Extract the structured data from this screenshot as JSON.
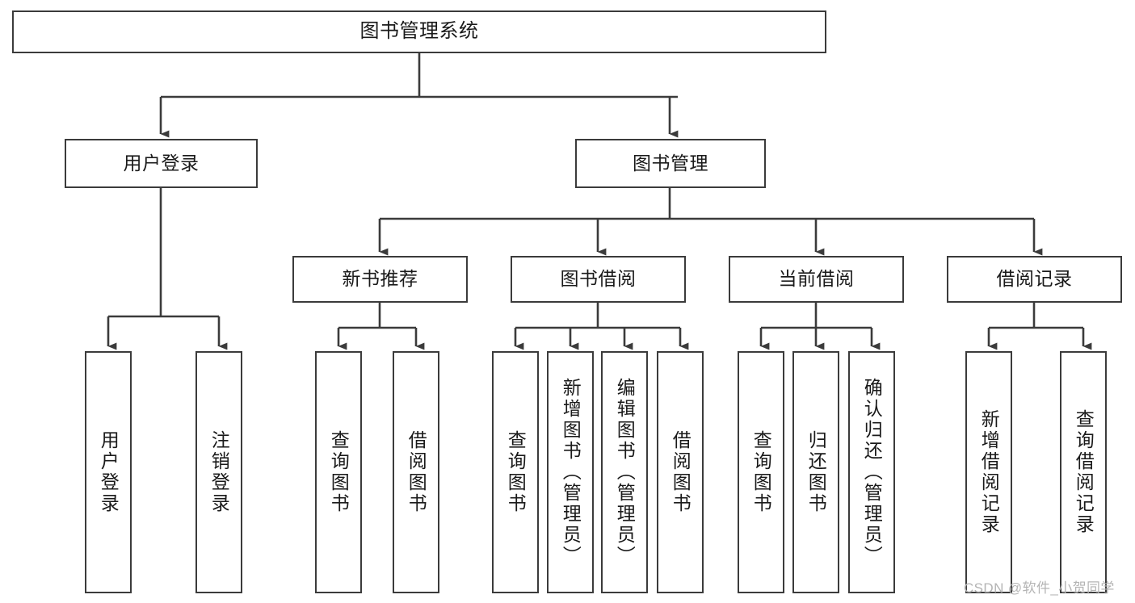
{
  "diagram": {
    "title": "图书管理系统",
    "type": "tree-hierarchy-diagram",
    "levels": {
      "root": {
        "label": "图书管理系统"
      },
      "level2": [
        {
          "id": "user-login",
          "label": "用户登录"
        },
        {
          "id": "book-management",
          "label": "图书管理"
        }
      ],
      "level3": [
        {
          "id": "new-book-recommend",
          "label": "新书推荐",
          "parent": "book-management"
        },
        {
          "id": "book-borrow",
          "label": "图书借阅",
          "parent": "book-management"
        },
        {
          "id": "current-borrow",
          "label": "当前借阅",
          "parent": "book-management"
        },
        {
          "id": "borrow-record",
          "label": "借阅记录",
          "parent": "book-management"
        }
      ],
      "leaves": [
        {
          "id": "leaf-user-login",
          "label": "用户登录",
          "parent": "user-login"
        },
        {
          "id": "leaf-logout-login",
          "label": "注销登录",
          "parent": "user-login"
        },
        {
          "id": "leaf-query-book-1",
          "label": "查询图书",
          "parent": "new-book-recommend"
        },
        {
          "id": "leaf-borrow-book-1",
          "label": "借阅图书",
          "parent": "new-book-recommend"
        },
        {
          "id": "leaf-query-book-2",
          "label": "查询图书",
          "parent": "book-borrow"
        },
        {
          "id": "leaf-add-book",
          "label": "新增图书（管理员）",
          "parent": "book-borrow"
        },
        {
          "id": "leaf-edit-book",
          "label": "编辑图书（管理员）",
          "parent": "book-borrow"
        },
        {
          "id": "leaf-borrow-book-2",
          "label": "借阅图书",
          "parent": "book-borrow"
        },
        {
          "id": "leaf-query-book-3",
          "label": "查询图书",
          "parent": "current-borrow"
        },
        {
          "id": "leaf-return-book",
          "label": "归还图书",
          "parent": "current-borrow"
        },
        {
          "id": "leaf-confirm-return",
          "label": "确认归还（管理员）",
          "parent": "current-borrow"
        },
        {
          "id": "leaf-add-borrow-record",
          "label": "新增借阅记录",
          "parent": "borrow-record"
        },
        {
          "id": "leaf-query-borrow-record",
          "label": "查询借阅记录",
          "parent": "borrow-record"
        }
      ]
    },
    "colors": {
      "box_border": "#3b3b3b",
      "box_fill": "#ffffff",
      "connector": "#3b3b3b",
      "text": "#1a1a1a",
      "watermark": "#b4b4b4",
      "background": "#ffffff"
    }
  },
  "watermark": {
    "text": "CSDN @软件_小贺同学"
  }
}
